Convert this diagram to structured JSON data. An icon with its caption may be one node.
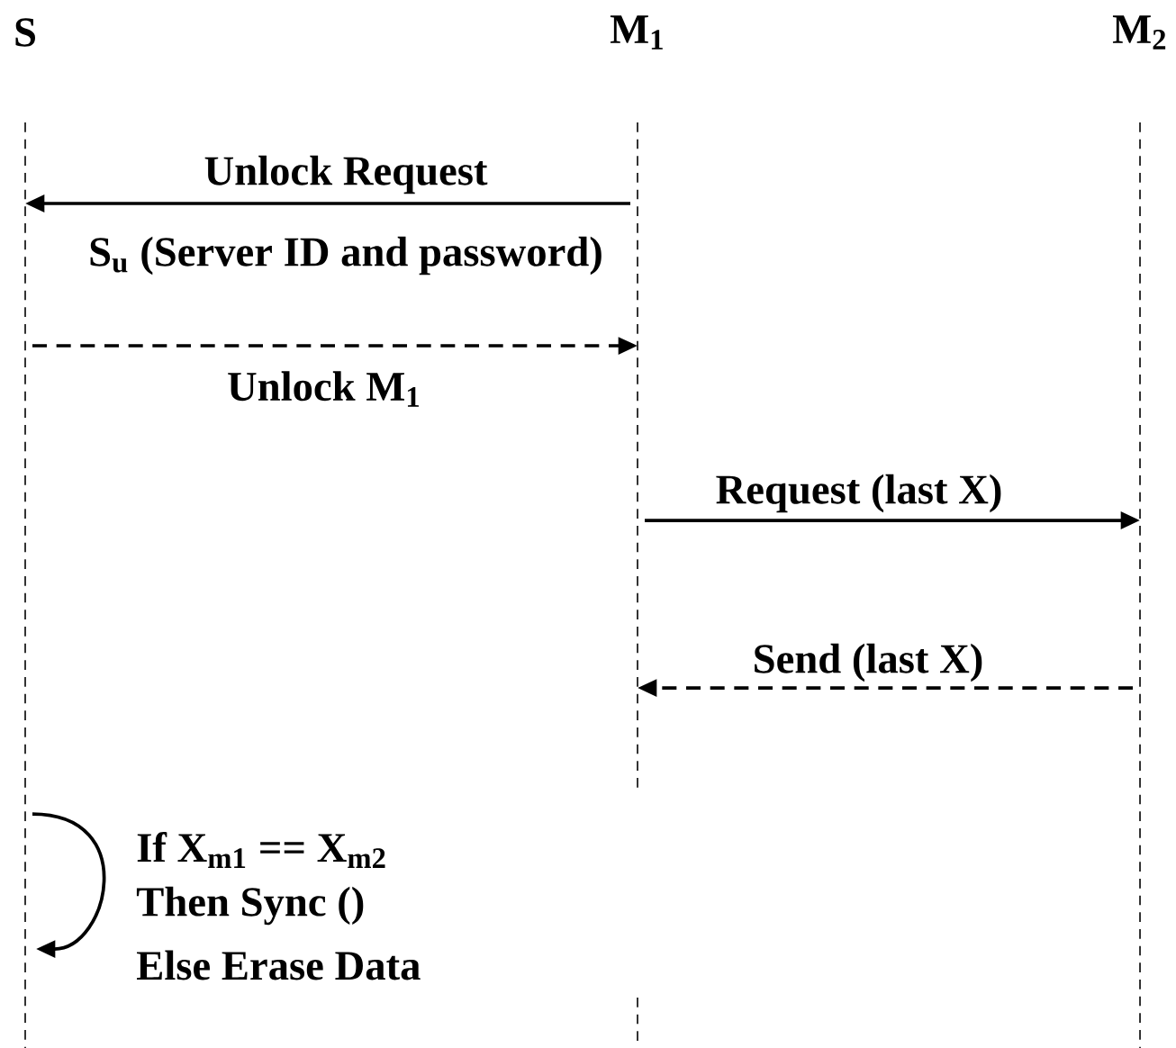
{
  "diagram": {
    "nodes": [
      {
        "text": [
          "S"
        ]
      },
      {
        "text": [
          "M$_{1}$"
        ]
      },
      {
        "text": [
          "M$_{2}$"
        ]
      }
    ],
    "edges": [
      {
        "from": 1,
        "to": 0,
        "arrow": "to",
        "label": "Unlock Request"
      },
      {
        "from": 0,
        "to": 1,
        "arrow": "to",
        "label": "Unlock M$_{1}$",
        "style": "dashed"
      },
      {
        "from": 1,
        "to": 2,
        "arrow": "to",
        "label": "Request (last X)"
      },
      {
        "from": 2,
        "to": 1,
        "arrow": "to",
        "label": "Send (last X)",
        "style": "dashed"
      },
      {
        "from": 0,
        "to": 0,
        "arrow": "to"
      }
    ],
    "labels": [
      "S$_{u}$ (Server ID and password)",
      "If X$_{m1}$ == X$_{m2}$",
      "Then Sync ()",
      "Else Erase Data"
    ]
  }
}
